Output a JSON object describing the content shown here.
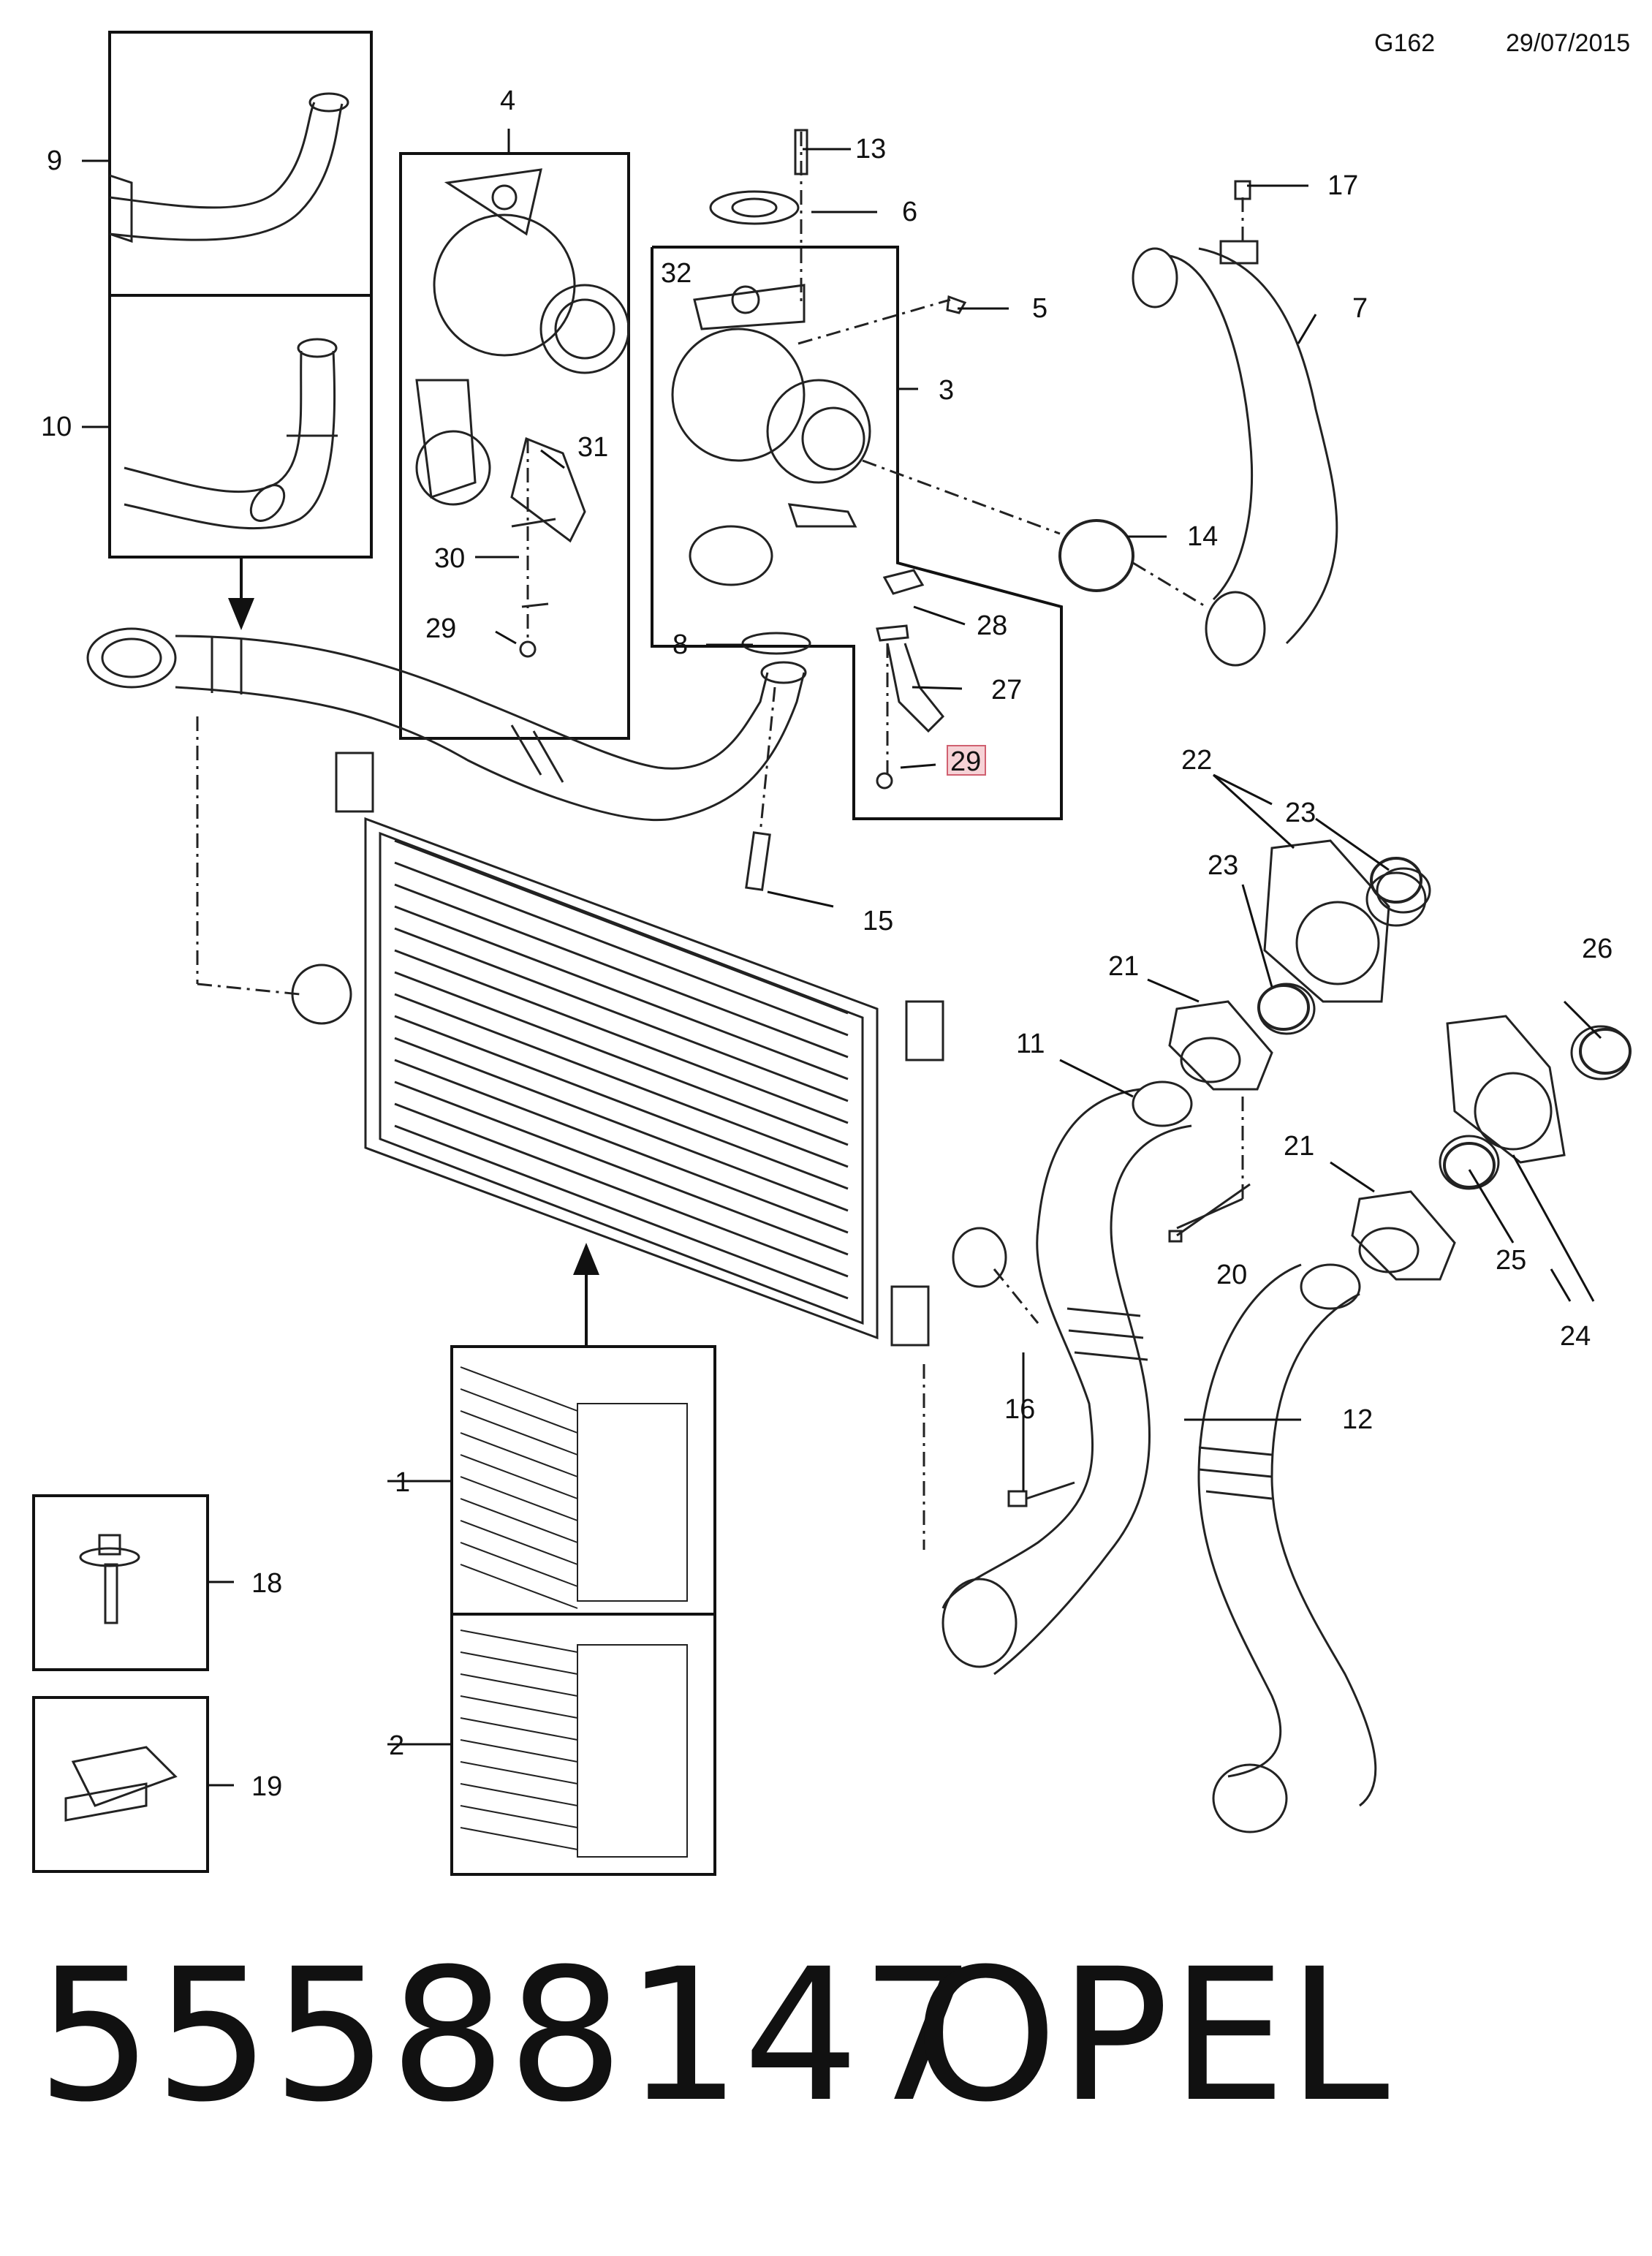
{
  "header": {
    "code": "G162",
    "date": "29/07/2015"
  },
  "footer": {
    "part_number": "55588147",
    "brand": "OPEL"
  },
  "callouts": {
    "c1": "1",
    "c2": "2",
    "c3": "3",
    "c4": "4",
    "c5": "5",
    "c6": "6",
    "c7": "7",
    "c8": "8",
    "c9": "9",
    "c10": "10",
    "c11": "11",
    "c12": "12",
    "c13": "13",
    "c14": "14",
    "c15": "15",
    "c16": "16",
    "c17": "17",
    "c18": "18",
    "c19": "19",
    "c20": "20",
    "c21a": "21",
    "c21b": "21",
    "c22": "22",
    "c23a": "23",
    "c23b": "23",
    "c24": "24",
    "c25": "25",
    "c26": "26",
    "c27": "27",
    "c28": "28",
    "c29a": "29",
    "c29b": "29",
    "c30": "30",
    "c31": "31",
    "c32": "32"
  },
  "highlight_color": "#f6d2d6"
}
